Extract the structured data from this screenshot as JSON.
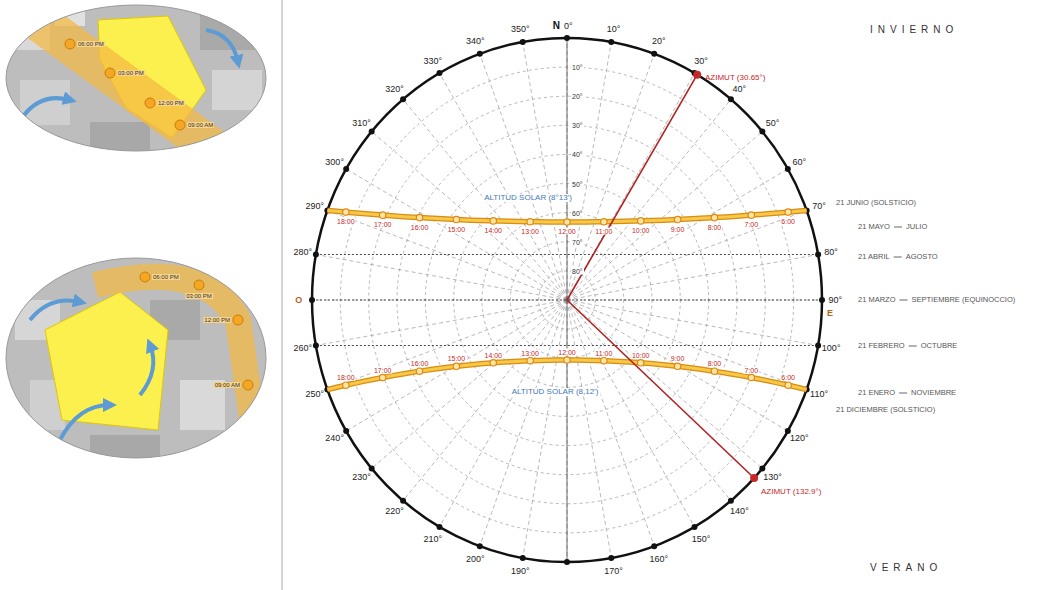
{
  "diagram": {
    "labels": [
      "INVIERNO",
      "N",
      "0°",
      "10°",
      "20°",
      "30°",
      "40°",
      "50°",
      "60°",
      "70°",
      "80°",
      "90°",
      "100°",
      "110°",
      "120°",
      "130°",
      "140°",
      "150°",
      "160°",
      "170°",
      "190°",
      "200°",
      "210°",
      "220°",
      "230°",
      "240°",
      "250°",
      "260°",
      "O",
      "280°",
      "290°",
      "300°",
      "310°",
      "320°",
      "330°",
      "340°",
      "350°",
      "E",
      "10°",
      "20°",
      "30°",
      "40°",
      "50°",
      "60°",
      "70°",
      "80°",
      "AZIMUT (30.65°)",
      "AZIMUT (132.9°)",
      "ALTITUD SOLAR (8°13')",
      "ALTITUD SOLAR (8,12')",
      "18:00",
      "17:00",
      "16:00",
      "15:00",
      "14:00",
      "13:00",
      "12:00",
      "11:00",
      "10:00",
      "9:00",
      "8:00",
      "7:00",
      "6:00",
      "18:00",
      "17:00",
      "16:00",
      "15:00",
      "14:00",
      "13:00",
      "12:00",
      "11:00",
      "10:00",
      "9:00",
      "8:00",
      "7:00",
      "6:00",
      "21 JUNIO (SOLSTICIO)",
      "21 MAYO",
      "JULIO",
      "21 ABRIL",
      "AGOSTO",
      "21 MARZO",
      "SEPTIEMBRE (EQUINOCCIO)",
      "21 FEBRERO",
      "OCTUBRE",
      "21 ENERO",
      "NOVIEMBRE",
      "21 DICIEMBRE (SOLSTICIO)",
      "VERANO",
      "06:00 PM",
      "03:00 PM",
      "12:00 PM",
      "09:00 AM",
      "06:00 PM",
      "03:00 PM",
      "12:00 PM",
      "09:00 AM"
    ]
  }
}
